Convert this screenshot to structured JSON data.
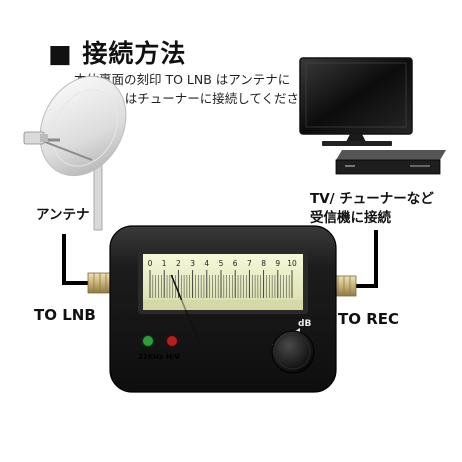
{
  "title": "■ 接続方法",
  "description": {
    "line1": "本体裏面の刻印 TO LNB はアンテナに",
    "line2": "TO REC はチューナーに接続してください"
  },
  "labels": {
    "antenna": "アンテナ",
    "tv_line1": "TV/ チューナーなど",
    "tv_line2": "受信機に接続",
    "to_lnb": "TO LNB",
    "to_rec": "TO REC"
  },
  "meter": {
    "scale_ticks": [
      "0",
      "1",
      "2",
      "3",
      "4",
      "5",
      "6",
      "7",
      "8",
      "9",
      "10"
    ],
    "db_label": "dB",
    "indicator_left": "22KHz",
    "indicator_right": "H/V",
    "needle_level": 0.15
  },
  "colors": {
    "device_body": "#1c1c1c",
    "meter_face": "#eef1c8",
    "led_green": "#2e9e3a",
    "led_red": "#b52020",
    "cable": "#000000"
  },
  "icons": [
    "satellite-dish-icon",
    "tv-monitor-icon",
    "tuner-box-icon",
    "signal-meter-device"
  ]
}
